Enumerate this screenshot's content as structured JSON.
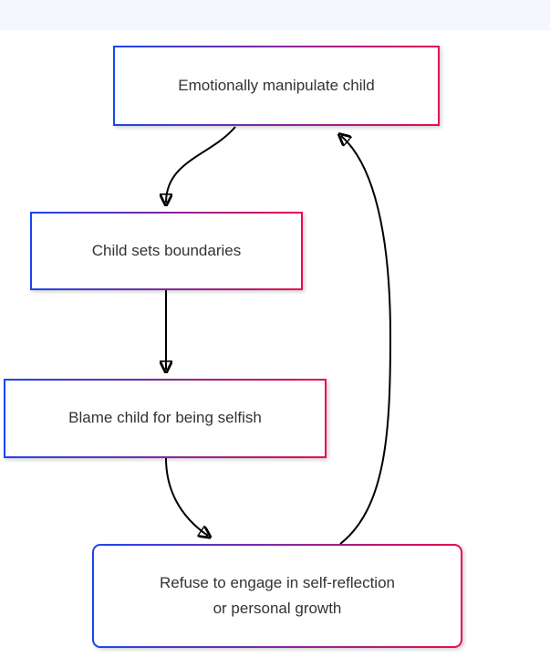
{
  "page": {
    "top_band_color": "#f4f7fd",
    "background_color": "#ffffff"
  },
  "diagram": {
    "type": "flowchart",
    "style": {
      "node_border_gradient_start": "#1a46f0",
      "node_border_gradient_end": "#ea0a50",
      "node_fill": "#ffffff",
      "node_text_color": "#333333",
      "arrow_color": "#000000"
    },
    "nodes": [
      {
        "id": "manipulate",
        "label": "Emotionally manipulate child"
      },
      {
        "id": "boundaries",
        "label": "Child sets boundaries"
      },
      {
        "id": "blame",
        "label": "Blame child for being selfish"
      },
      {
        "id": "refuse",
        "label": "Refuse to engage in self-reflection\nor personal growth"
      }
    ],
    "edges": [
      {
        "from": "manipulate",
        "to": "boundaries"
      },
      {
        "from": "boundaries",
        "to": "blame"
      },
      {
        "from": "blame",
        "to": "refuse"
      },
      {
        "from": "refuse",
        "to": "manipulate"
      }
    ]
  }
}
